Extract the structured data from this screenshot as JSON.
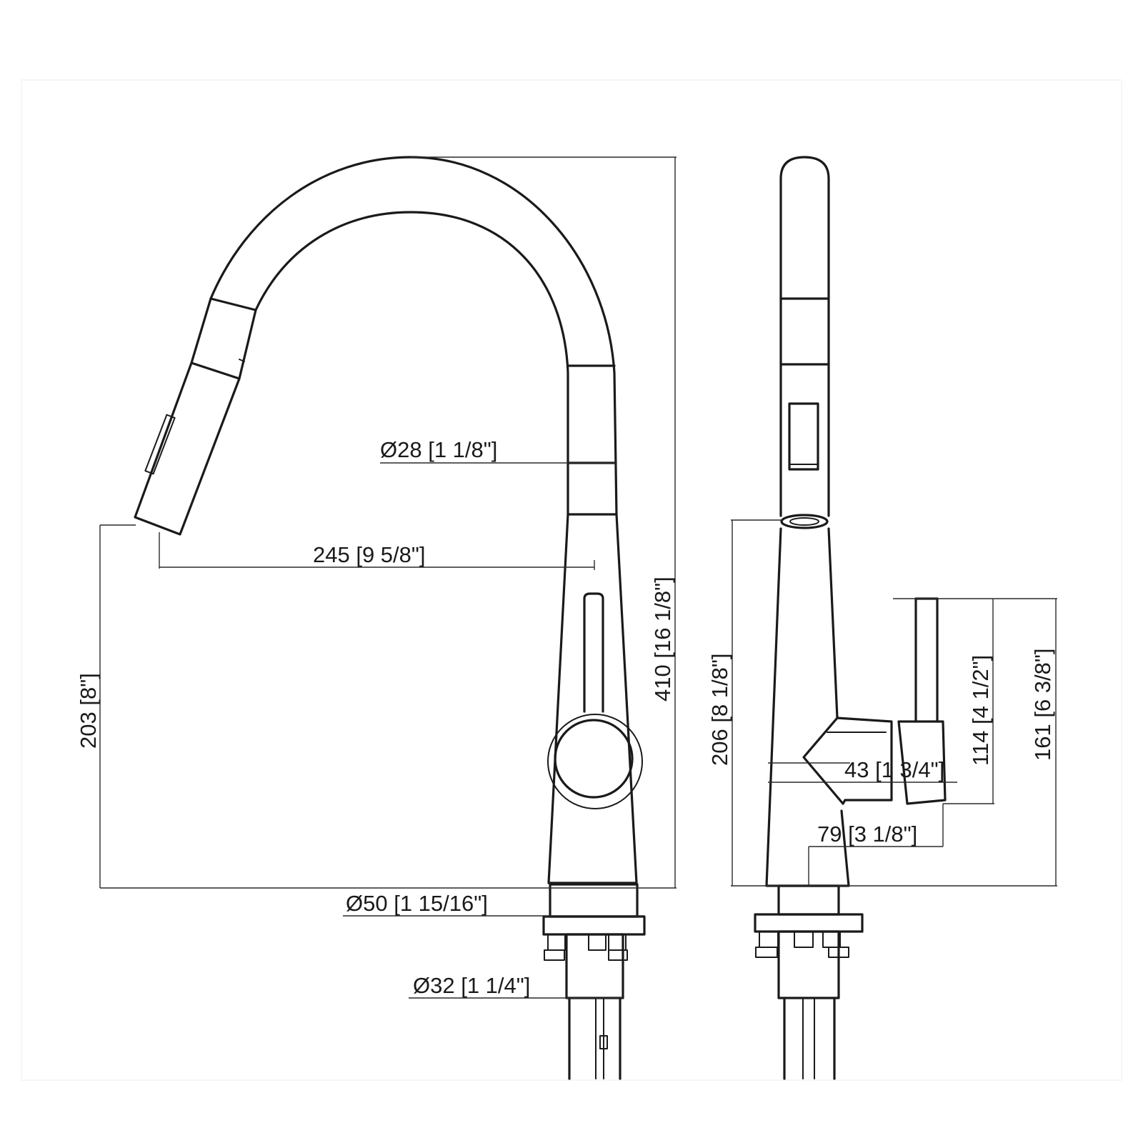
{
  "colors": {
    "line": "#1a1a1a",
    "accent": "#d23a3a",
    "background": "#ffffff"
  },
  "dimensions": {
    "spout_dia": "Ø28 [1 1/8\"]",
    "reach": "245 [9 5/8\"]",
    "total_height": "410 [16 1/8\"]",
    "spout_clearance": "203 [8\"]",
    "base_dia": "Ø50 [1 15/16\"]",
    "shank_dia": "Ø32 [1 1/4\"]",
    "side_height": "206 [8 1/8\"]",
    "handle_width": "43 [1 3/4\"]",
    "handle_reach": "79 [3 1/8\"]",
    "handle_height": "114 [4 1/2\"]",
    "handle_total": "161 [6 3/8\"]"
  }
}
